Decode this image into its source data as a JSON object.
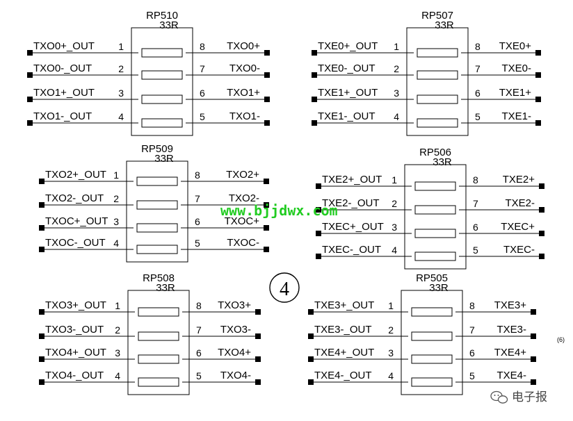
{
  "colors": {
    "wire": "#000000",
    "watermark": "#22cc22",
    "footer": "#444444"
  },
  "packs": [
    {
      "ref": "RP510",
      "value": "33R",
      "left": [
        {
          "pin": "1",
          "label": "TXO0+_OUT"
        },
        {
          "pin": "2",
          "label": "TXO0-_OUT"
        },
        {
          "pin": "3",
          "label": "TXO1+_OUT"
        },
        {
          "pin": "4",
          "label": "TXO1-_OUT"
        }
      ],
      "right": [
        {
          "pin": "8",
          "label": "TXO0+"
        },
        {
          "pin": "7",
          "label": "TXO0-"
        },
        {
          "pin": "6",
          "label": "TXO1+"
        },
        {
          "pin": "5",
          "label": "TXO1-"
        }
      ]
    },
    {
      "ref": "RP507",
      "value": "33R",
      "left": [
        {
          "pin": "1",
          "label": "TXE0+_OUT"
        },
        {
          "pin": "2",
          "label": "TXE0-_OUT"
        },
        {
          "pin": "3",
          "label": "TXE1+_OUT"
        },
        {
          "pin": "4",
          "label": "TXE1-_OUT"
        }
      ],
      "right": [
        {
          "pin": "8",
          "label": "TXE0+"
        },
        {
          "pin": "7",
          "label": "TXE0-"
        },
        {
          "pin": "6",
          "label": "TXE1+"
        },
        {
          "pin": "5",
          "label": "TXE1-"
        }
      ]
    },
    {
      "ref": "RP509",
      "value": "33R",
      "left": [
        {
          "pin": "1",
          "label": "TXO2+_OUT"
        },
        {
          "pin": "2",
          "label": "TXO2-_OUT"
        },
        {
          "pin": "3",
          "label": "TXOC+_OUT"
        },
        {
          "pin": "4",
          "label": "TXOC-_OUT"
        }
      ],
      "right": [
        {
          "pin": "8",
          "label": "TXO2+"
        },
        {
          "pin": "7",
          "label": "TXO2-"
        },
        {
          "pin": "6",
          "label": "TXOC+"
        },
        {
          "pin": "5",
          "label": "TXOC-"
        }
      ]
    },
    {
      "ref": "RP506",
      "value": "33R",
      "left": [
        {
          "pin": "1",
          "label": "TXE2+_OUT"
        },
        {
          "pin": "2",
          "label": "TXE2-_OUT"
        },
        {
          "pin": "3",
          "label": "TXEC+_OUT"
        },
        {
          "pin": "4",
          "label": "TXEC-_OUT"
        }
      ],
      "right": [
        {
          "pin": "8",
          "label": "TXE2+"
        },
        {
          "pin": "7",
          "label": "TXE2-"
        },
        {
          "pin": "6",
          "label": "TXEC+"
        },
        {
          "pin": "5",
          "label": "TXEC-"
        }
      ]
    },
    {
      "ref": "RP508",
      "value": "33R",
      "left": [
        {
          "pin": "1",
          "label": "TXO3+_OUT"
        },
        {
          "pin": "2",
          "label": "TXO3-_OUT"
        },
        {
          "pin": "3",
          "label": "TXO4+_OUT"
        },
        {
          "pin": "4",
          "label": "TXO4-_OUT"
        }
      ],
      "right": [
        {
          "pin": "8",
          "label": "TXO3+"
        },
        {
          "pin": "7",
          "label": "TXO3-"
        },
        {
          "pin": "6",
          "label": "TXO4+"
        },
        {
          "pin": "5",
          "label": "TXO4-"
        }
      ]
    },
    {
      "ref": "RP505",
      "value": "33R",
      "left": [
        {
          "pin": "1",
          "label": "TXE3+_OUT"
        },
        {
          "pin": "2",
          "label": "TXE3-_OUT"
        },
        {
          "pin": "3",
          "label": "TXE4+_OUT"
        },
        {
          "pin": "4",
          "label": "TXE4-_OUT"
        }
      ],
      "right": [
        {
          "pin": "8",
          "label": "TXE3+"
        },
        {
          "pin": "7",
          "label": "TXE3-"
        },
        {
          "pin": "6",
          "label": "TXE4+"
        },
        {
          "pin": "5",
          "label": "TXE4-"
        }
      ]
    }
  ],
  "circle_label": "4",
  "watermark": "www.bjjdwx.com",
  "figure_note": "(6)",
  "footer_brand": "电子报",
  "footer_icon": "wechat-icon"
}
